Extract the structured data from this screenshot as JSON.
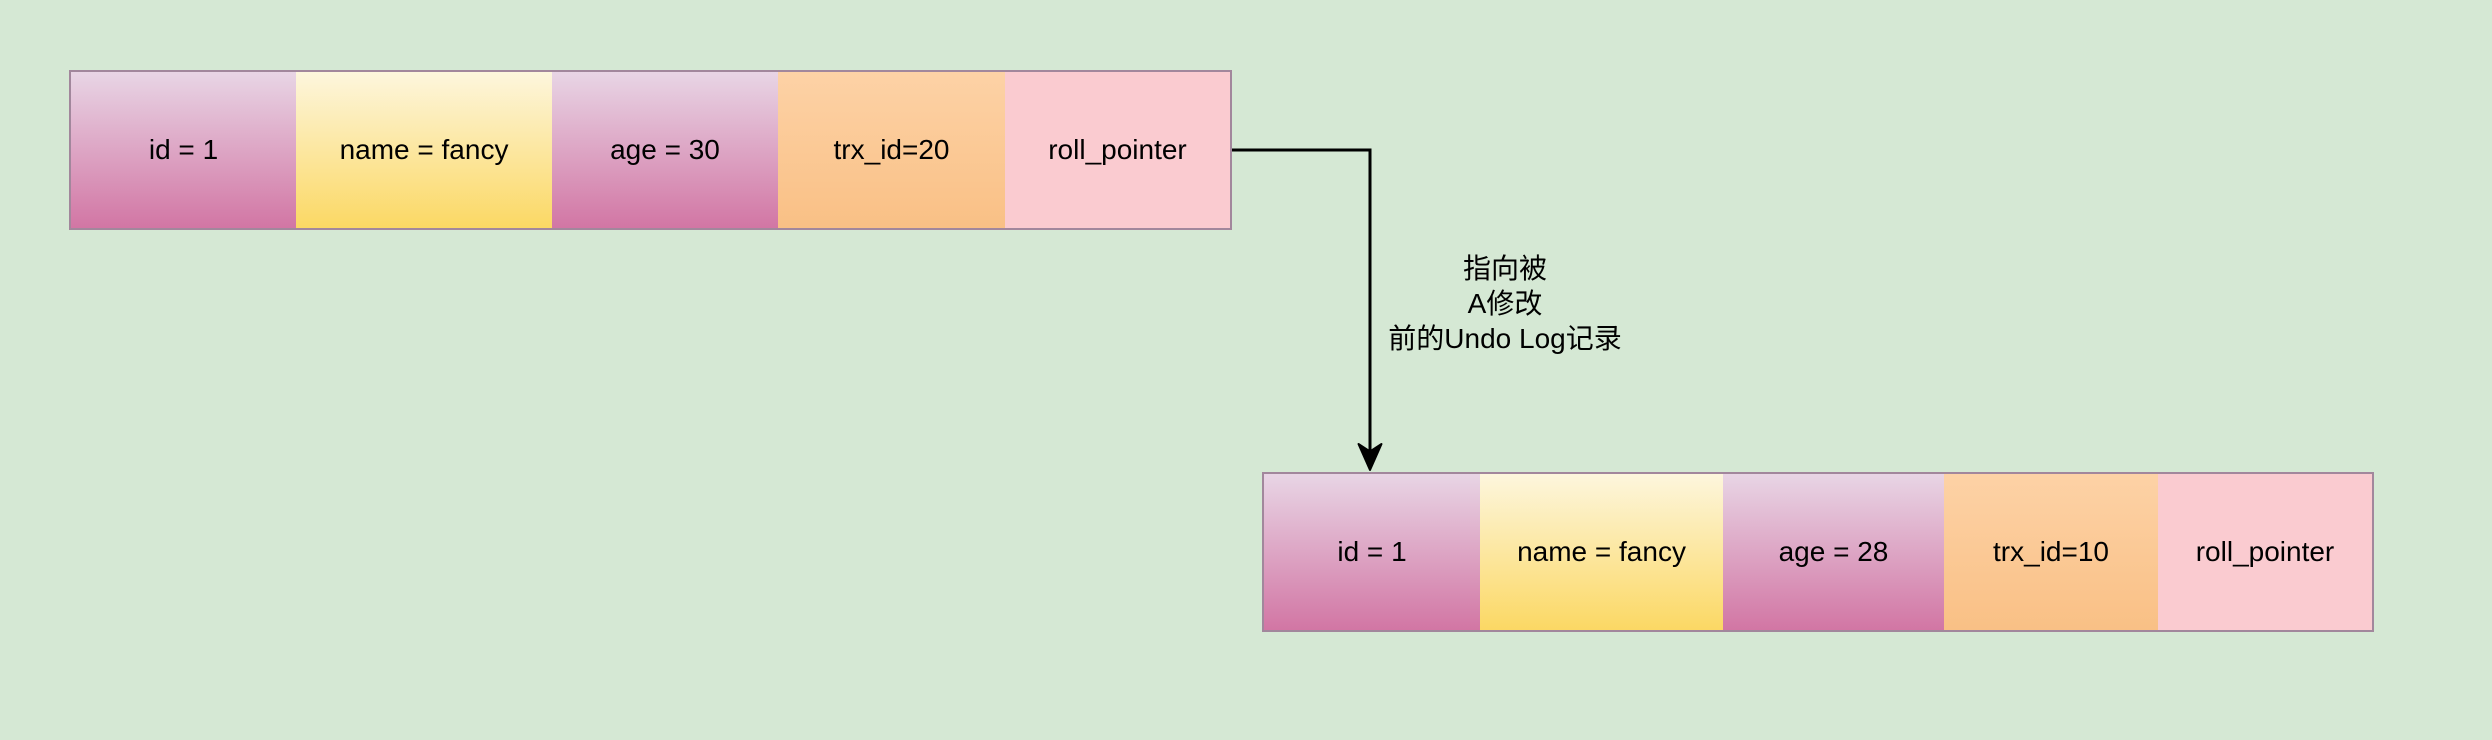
{
  "diagram": {
    "background_color": "#d5e8d4",
    "rows": [
      {
        "id": "current-record",
        "cells": [
          {
            "label": "id = 1",
            "fill": "purple-gradient"
          },
          {
            "label": "name = fancy",
            "fill": "yellow-gradient"
          },
          {
            "label": "age = 30",
            "fill": "purple-gradient"
          },
          {
            "label": "trx_id=20",
            "fill": "orange"
          },
          {
            "label": "roll_pointer",
            "fill": "pink"
          }
        ]
      },
      {
        "id": "undo-log-record",
        "cells": [
          {
            "label": "id = 1",
            "fill": "purple-gradient"
          },
          {
            "label": "name = fancy",
            "fill": "yellow-gradient"
          },
          {
            "label": "age = 28",
            "fill": "purple-gradient"
          },
          {
            "label": "trx_id=10",
            "fill": "orange"
          },
          {
            "label": "roll_pointer",
            "fill": "pink"
          }
        ]
      }
    ],
    "annotation": {
      "lines": [
        "指向被",
        "A修改",
        "前的Undo Log记录"
      ]
    },
    "colors": {
      "purple_top": "#e8d5e5",
      "purple_bottom": "#d276a4",
      "yellow_top": "#fdf6dd",
      "yellow_bottom": "#fbd864",
      "orange_top": "#fdd2a6",
      "orange_bottom": "#f9c085",
      "pink": "#facbd0",
      "row_border": "#a2879c",
      "arrow": "#000000",
      "text": "#000000"
    }
  }
}
